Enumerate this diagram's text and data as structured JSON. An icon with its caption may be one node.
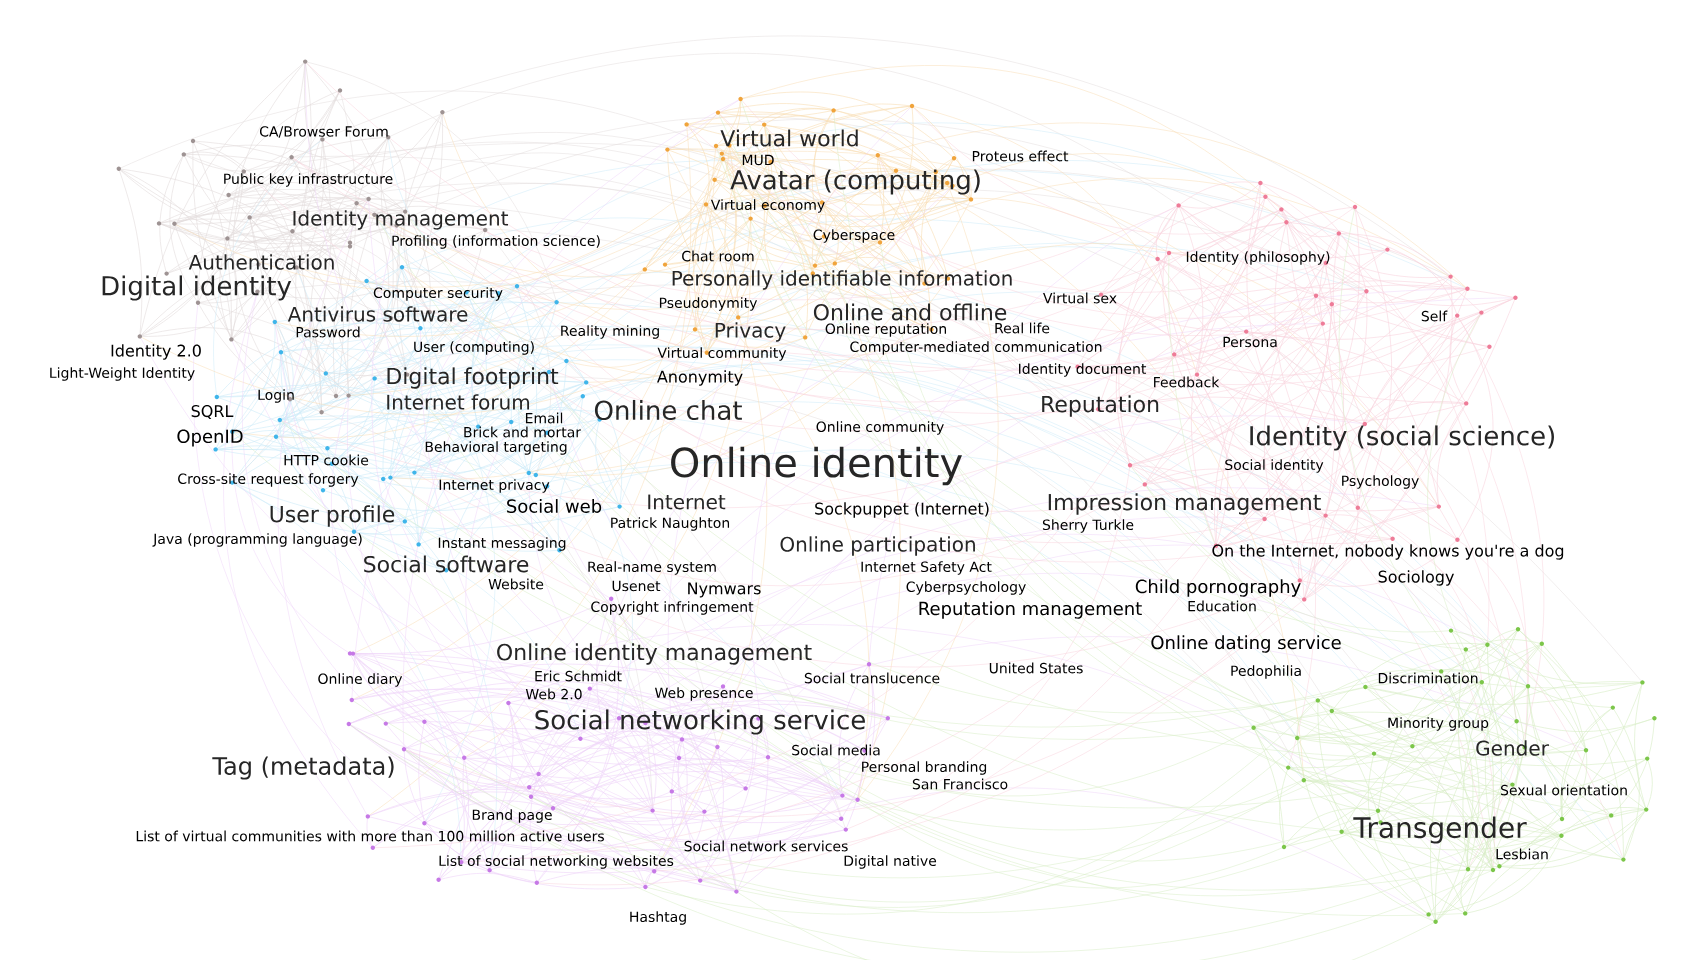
{
  "diagram": {
    "labels": [
      "Virtual world",
      "MUD",
      "Proteus effect",
      "Avatar (computing)",
      "CA/Browser Forum",
      "Public key infrastructure",
      "Virtual economy",
      "Identity management",
      "Profiling (information science)",
      "Cyberspace",
      "Authentication",
      "Chat room",
      "Identity (philosophy)",
      "Digital identity",
      "Personally identifiable information",
      "Computer security",
      "Pseudonymity",
      "Virtual sex",
      "Self",
      "Antivirus software",
      "Online and offline",
      "Password",
      "Privacy",
      "Reality mining",
      "Online reputation",
      "Real life",
      "Persona",
      "Identity 2.0",
      "User (computing)",
      "Virtual community",
      "Computer-mediated communication",
      "Identity document",
      "Feedback",
      "Light-Weight Identity",
      "Digital footprint",
      "Anonymity",
      "Login",
      "Internet forum",
      "Reputation",
      "Identity (social science)",
      "Online chat",
      "SQRL",
      "Email",
      "Brick and mortar",
      "Online community",
      "OpenID",
      "Behavioral targeting",
      "Online identity",
      "HTTP cookie",
      "Social identity",
      "Cross-site request forgery",
      "Internet privacy",
      "Psychology",
      "Social web",
      "Internet",
      "Sockpuppet (Internet)",
      "Impression management",
      "User profile",
      "Patrick Naughton",
      "Sherry Turkle",
      "Java (programming language)",
      "Instant messaging",
      "Online participation",
      "On the Internet, nobody knows you're a dog",
      "Social software",
      "Real-name system",
      "Website",
      "Internet Safety Act",
      "Sociology",
      "Usenet",
      "Nymwars",
      "Cyberpsychology",
      "Child pornography",
      "Copyright infringement",
      "Education",
      "Reputation management",
      "Online identity management",
      "Online dating service",
      "Online diary",
      "Eric Schmidt",
      "Social translucence",
      "United States",
      "Pedophilia",
      "Discrimination",
      "Web 2.0",
      "Web presence",
      "Social networking service",
      "Minority group",
      "Social media",
      "Gender",
      "Personal branding",
      "Tag (metadata)",
      "Sexual orientation",
      "San Francisco",
      "Brand page",
      "Transgender",
      "List of virtual communities with more than 100 million active users",
      "Social network services",
      "Lesbian",
      "List of social networking websites",
      "Digital native",
      "Hashtag"
    ]
  }
}
